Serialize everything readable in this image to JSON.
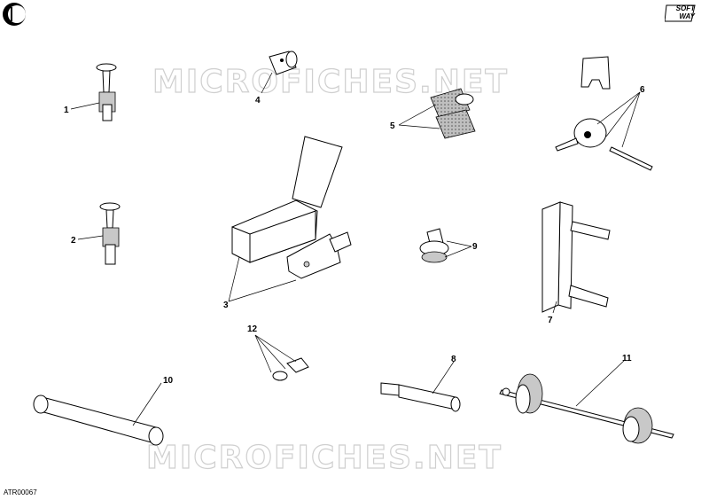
{
  "watermark": "MICROFICHES.NET",
  "diagram_code": "ATR00067",
  "brand_logo": {
    "line1": "SOFT",
    "line2": "WAY"
  },
  "callouts": [
    "1",
    "2",
    "3",
    "4",
    "5",
    "6",
    "7",
    "8",
    "9",
    "10",
    "11",
    "12"
  ]
}
